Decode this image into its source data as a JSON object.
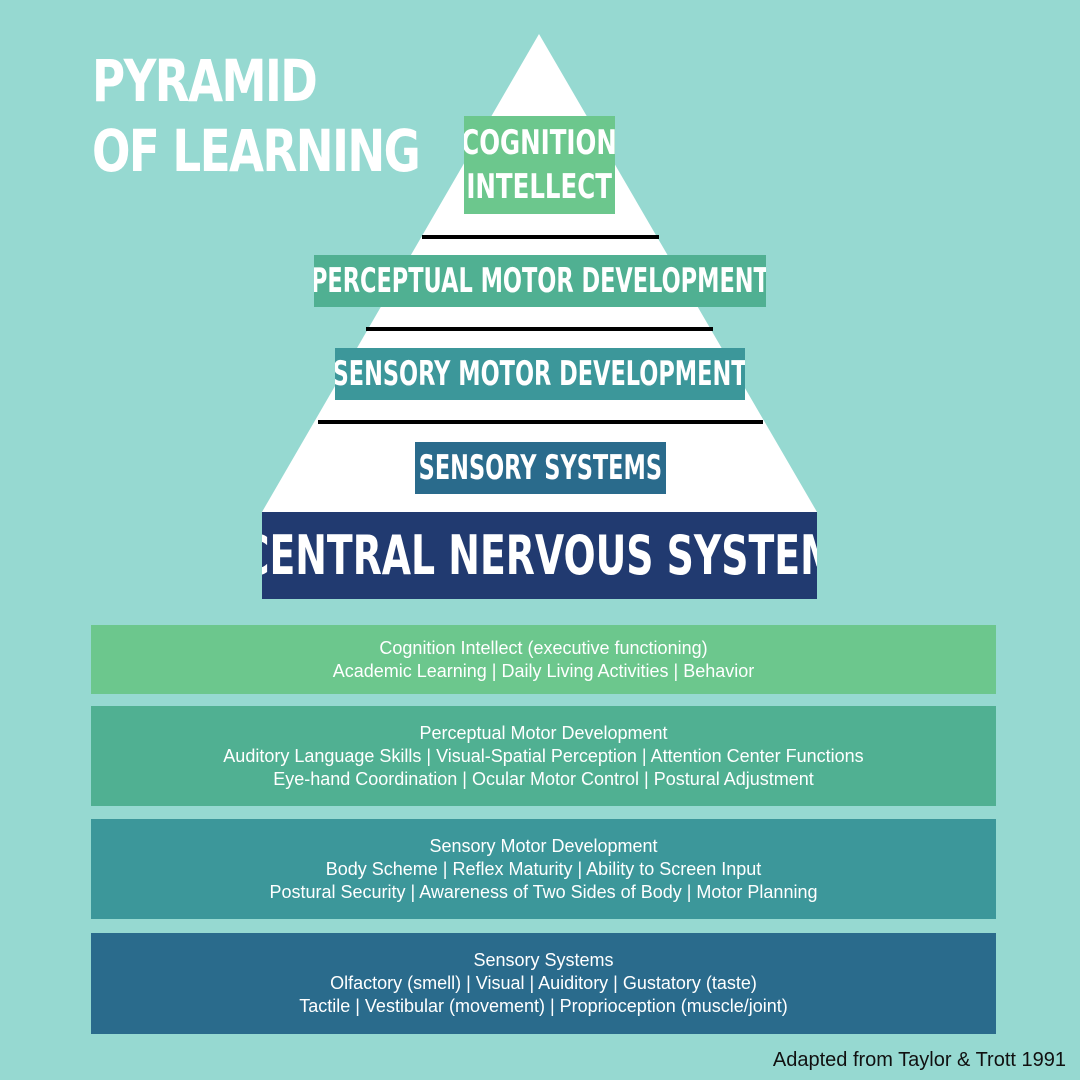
{
  "title": {
    "line1": "PYRAMID",
    "line2": "OF LEARNING"
  },
  "pyramid": {
    "cognition": {
      "line1": "COGNITION",
      "line2": "INTELLECT"
    },
    "perceptual_motor": "PERCEPTUAL MOTOR DEVELOPMENT",
    "sensory_motor": "SENSORY MOTOR DEVELOPMENT",
    "sensory_systems": "SENSORY SYSTEMS",
    "cns": "CENTRAL NERVOUS SYSTEM"
  },
  "boxes": {
    "cognition": {
      "heading": "Cognition Intellect (executive functioning)",
      "lines": [
        "Academic Learning | Daily Living Activities | Behavior"
      ]
    },
    "perceptual_motor": {
      "heading": "Perceptual Motor Development",
      "lines": [
        "Auditory Language Skills | Visual-Spatial Perception | Attention Center Functions",
        "Eye-hand Coordination | Ocular Motor Control | Postural Adjustment"
      ]
    },
    "sensory_motor": {
      "heading": "Sensory Motor Development",
      "lines": [
        "Body Scheme | Reflex Maturity | Ability to Screen Input",
        "Postural Security  | Awareness of Two Sides of Body | Motor Planning"
      ]
    },
    "sensory_systems": {
      "heading": "Sensory Systems",
      "lines": [
        "Olfactory (smell) | Visual | Auiditory | Gustatory (taste)",
        "Tactile  | Vestibular (movement) | Proprioception (muscle/joint)"
      ]
    }
  },
  "credit": "Adapted from Taylor & Trott 1991",
  "colors": {
    "background": "#96d9d1",
    "cognition": "#6cc78d",
    "perceptual_motor": "#50b092",
    "sensory_motor": "#3c979a",
    "sensory_systems": "#2a6b8c",
    "cns": "#213a70"
  }
}
